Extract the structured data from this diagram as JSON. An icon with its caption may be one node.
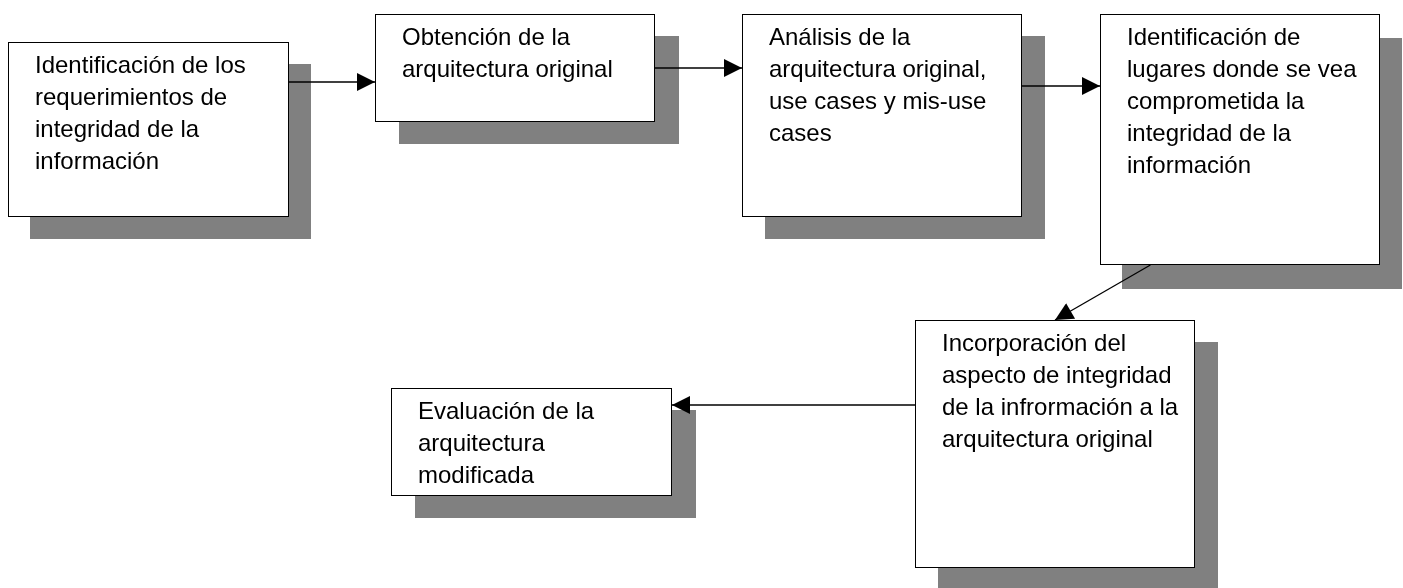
{
  "diagram": {
    "nodes": [
      {
        "text": [
          "Identificación de los requerimientos de integridad de la información"
        ]
      },
      {
        "text": [
          "Obtención de la arquitectura original"
        ]
      },
      {
        "text": [
          "Análisis de la arquitectura original, use cases y mis-use cases"
        ]
      },
      {
        "text": [
          "Identificación de lugares donde se vea comprometida la integridad de la información"
        ]
      },
      {
        "text": [
          "Incorporación del aspecto de integridad de la infrormación a la arquitectura original"
        ]
      },
      {
        "text": [
          "Evaluación de la arquitectura modificada"
        ]
      }
    ],
    "edges": [
      {
        "from": 0,
        "to": 1,
        "arrow": "to"
      },
      {
        "from": 1,
        "to": 2,
        "arrow": "to"
      },
      {
        "from": 2,
        "to": 3,
        "arrow": "to"
      },
      {
        "from": 3,
        "to": 4,
        "arrow": "to"
      },
      {
        "from": 4,
        "to": 5,
        "arrow": "to"
      }
    ]
  }
}
